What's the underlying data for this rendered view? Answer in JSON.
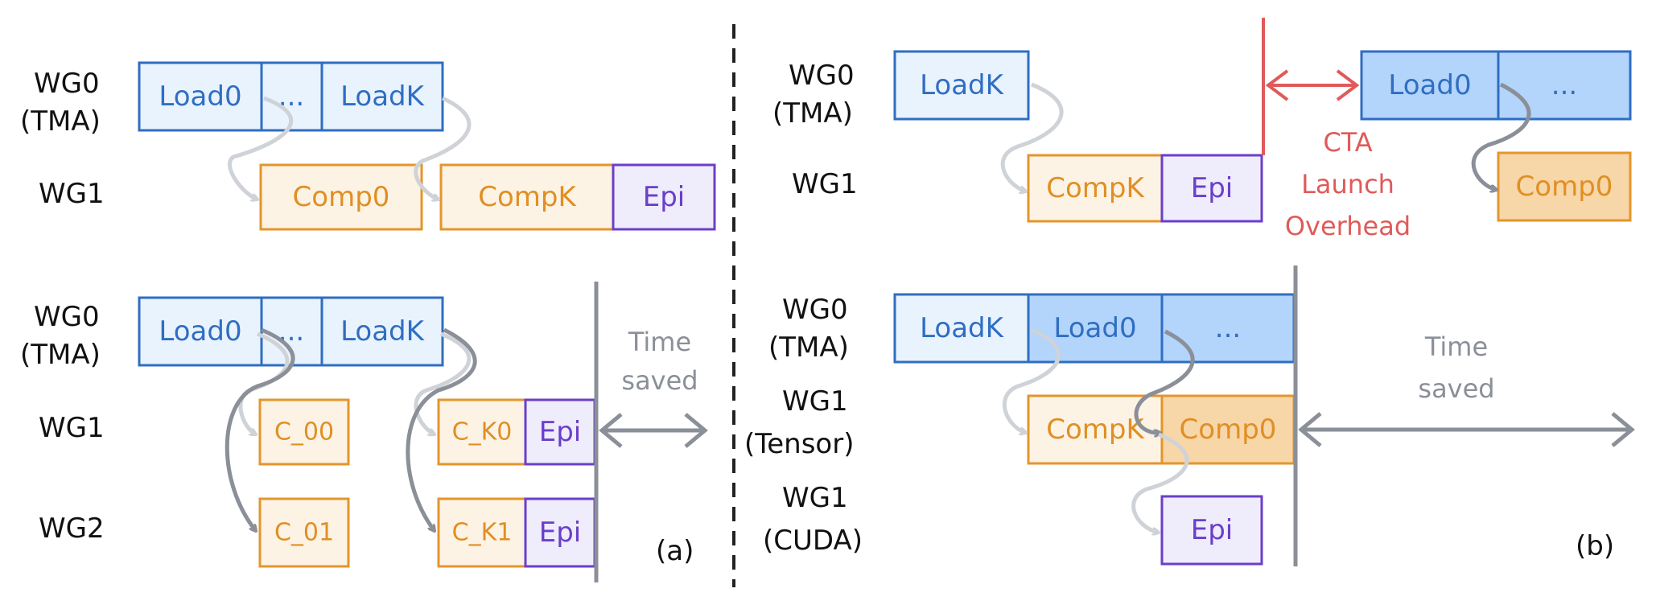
{
  "colors": {
    "blue_stroke": "#2f6ec2",
    "blue_light": "#e9f3fd",
    "blue_mid": "#b3d4fb",
    "orange_stroke": "#e4952c",
    "orange_light": "#fdf3e4",
    "orange_mid": "#f7d6a8",
    "purple_stroke": "#6a3fc9",
    "purple_light": "#efecfb",
    "gray": "#8a8f98",
    "light_gray": "#cfd3d8",
    "red": "#e05a5a"
  },
  "panel_a_top": {
    "wg0": "WG0",
    "wg0_sub": "(TMA)",
    "wg1": "WG1",
    "load0": "Load0",
    "dots": "...",
    "loadk": "LoadK",
    "comp0": "Comp0",
    "compk": "CompK",
    "epi": "Epi"
  },
  "panel_a_bottom": {
    "wg0": "WG0",
    "wg0_sub": "(TMA)",
    "wg1": "WG1",
    "wg2": "WG2",
    "load0": "Load0",
    "dots": "...",
    "loadk": "LoadK",
    "c00": "C_00",
    "c01": "C_01",
    "ck0": "C_K0",
    "ck1": "C_K1",
    "epi1": "Epi",
    "epi2": "Epi",
    "time_saved_1": "Time",
    "time_saved_2": "saved",
    "caption": "(a)"
  },
  "panel_b_top": {
    "wg0": "WG0",
    "wg0_sub": "(TMA)",
    "wg1": "WG1",
    "loadk": "LoadK",
    "compk": "CompK",
    "epi": "Epi",
    "load0": "Load0",
    "dots": "...",
    "comp0": "Comp0",
    "overhead_1": "CTA",
    "overhead_2": "Launch",
    "overhead_3": "Overhead"
  },
  "panel_b_bottom": {
    "wg0": "WG0",
    "wg0_sub": "(TMA)",
    "wg1a": "WG1",
    "wg1a_sub": "(Tensor)",
    "wg1b": "WG1",
    "wg1b_sub": "(CUDA)",
    "loadk": "LoadK",
    "load0": "Load0",
    "dots": "...",
    "compk": "CompK",
    "comp0": "Comp0",
    "epi": "Epi",
    "time_saved_1": "Time",
    "time_saved_2": "saved",
    "caption": "(b)"
  }
}
